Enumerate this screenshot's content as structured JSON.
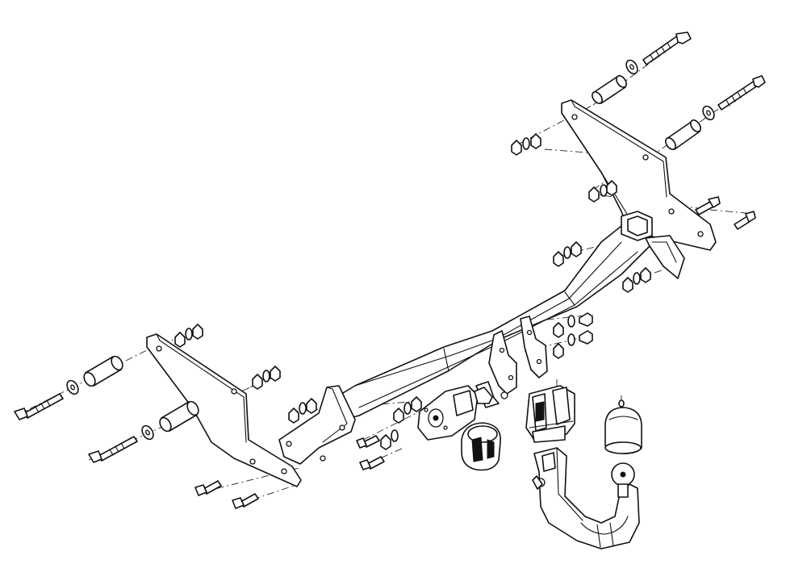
{
  "diagram": {
    "kind": "exploded-view",
    "colors": {
      "line": "#111111",
      "background": "#ffffff"
    },
    "components": [
      {
        "id": "crossbar",
        "icon": "crossbar-beam"
      },
      {
        "id": "bracket-right",
        "icon": "mounting-bracket"
      },
      {
        "id": "bracket-left",
        "icon": "mounting-bracket"
      },
      {
        "id": "socket-plate",
        "icon": "socket-plate"
      },
      {
        "id": "electrical-socket",
        "icon": "socket"
      },
      {
        "id": "receiver-lock",
        "icon": "lock-block"
      },
      {
        "id": "tow-ball-neck",
        "icon": "tow-ball"
      },
      {
        "id": "ball-cover",
        "icon": "ball-cap"
      },
      {
        "id": "long-bolts",
        "icon": "bolt"
      },
      {
        "id": "spacer-tubes",
        "icon": "spacer"
      },
      {
        "id": "nut-washer-sets",
        "icon": "nut"
      }
    ]
  }
}
